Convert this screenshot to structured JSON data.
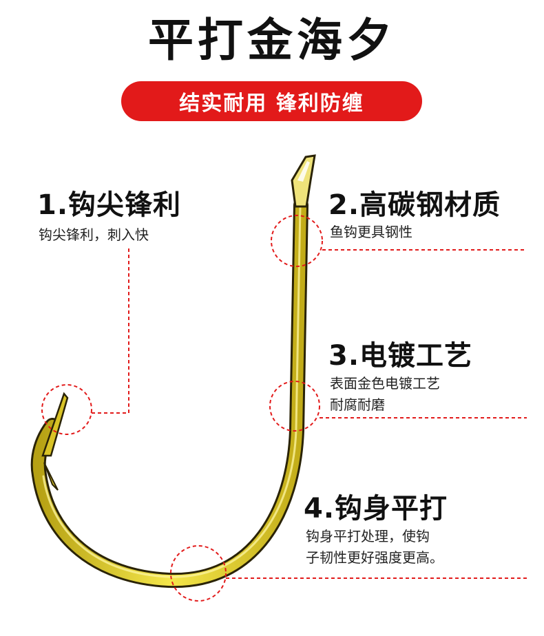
{
  "header": {
    "title": "平打金海夕",
    "banner": "结实耐用 锋利防缠"
  },
  "features": [
    {
      "title": "1.钩尖锋利",
      "desc": [
        "钩尖锋利，刺入快"
      ]
    },
    {
      "title": "2.高碳钢材质",
      "desc": [
        "鱼钩更具钢性"
      ]
    },
    {
      "title": "3.电镀工艺",
      "desc": [
        "表面金色电镀工艺",
        "耐腐耐磨"
      ]
    },
    {
      "title": "4.钩身平打",
      "desc": [
        "钩身平打处理，使钩",
        "子韧性更好强度更高。"
      ]
    }
  ],
  "colors": {
    "accent_red": "#e21a1a",
    "hook_gold": "#d9c326",
    "hook_shadow": "#2a2306",
    "text_dark": "#111111"
  },
  "icons": [
    "fish-hook-illustration",
    "callout-circle",
    "callout-leader-line"
  ]
}
